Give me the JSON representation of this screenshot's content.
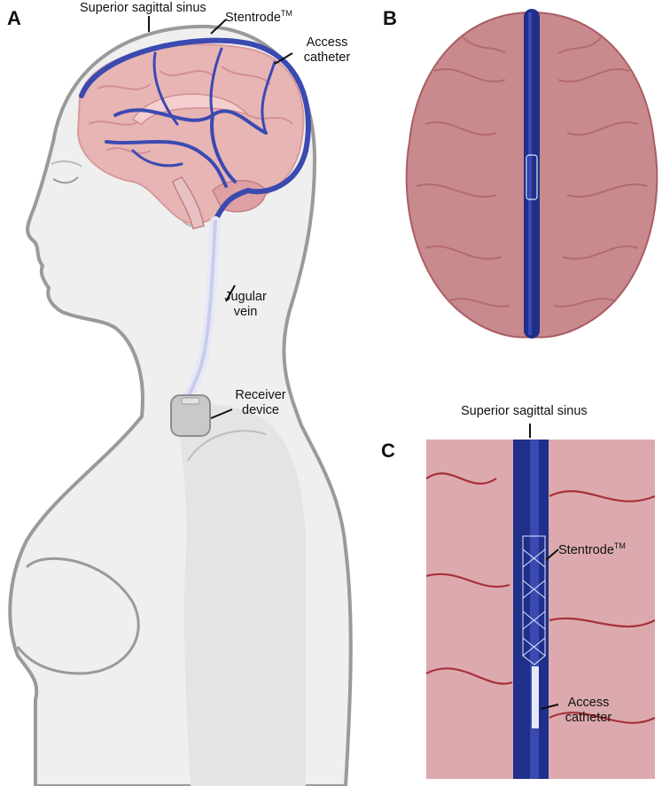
{
  "panels": {
    "a": {
      "letter": "A"
    },
    "b": {
      "letter": "B"
    },
    "c": {
      "letter": "C"
    }
  },
  "labels_a": {
    "superior_sagittal_sinus": "Superior sagittal sinus",
    "stentrode": "Stentrode",
    "stentrode_tm": "TM",
    "access": "Access",
    "catheter": "catheter",
    "jugular": "Jugular",
    "vein": "vein",
    "receiver": "Receiver",
    "device": "device"
  },
  "labels_c": {
    "superior_sagittal_sinus": "Superior sagittal sinus",
    "stentrode": "Stentrode",
    "stentrode_tm": "TM",
    "access": "Access",
    "catheter": "catheter"
  },
  "colors": {
    "body_fill": "#efefef",
    "body_outline": "#9a9a9a",
    "brain": "#e8b5b5",
    "brain_top": "#c98a8e",
    "vein": "#3a4ab0",
    "sinus_dark": "#1f2f8a",
    "tissue": "#dcaaae",
    "vessel": "#a8303a"
  }
}
